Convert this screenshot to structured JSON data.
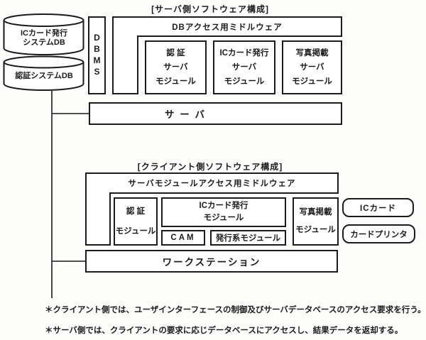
{
  "page": {
    "background": "#fdfdfc",
    "line_color": "#1b1b1b"
  },
  "server": {
    "title": "[サーバ側ソフトウェア構成]",
    "databases": [
      {
        "label": "ICカード発行\nシステムDB"
      },
      {
        "label": "認証システムDB"
      }
    ],
    "dbms": "DBMS",
    "middleware": "DBアクセス用ミドルウェア",
    "modules": [
      {
        "label": "認 証\nサーバ\nモジュール"
      },
      {
        "label": "ICカード発行\nサーバ\nモジュール"
      },
      {
        "label": "写真掲載\nサーバ\nモジュール"
      }
    ],
    "hardware": "サ ー バ"
  },
  "client": {
    "title": "[クライアント側ソフトウェア構成]",
    "middleware": "サーバモジュールアクセス用ミドルウェア",
    "modules": {
      "auth": "認 証\nモジュール",
      "ic_issue": "ICカード発行\nモジュール",
      "cam": "CAM",
      "issue_sub": "発行系モジュール",
      "photo": "写真掲載\nモジュール"
    },
    "devices": [
      {
        "label": "ICカード"
      },
      {
        "label": "カードプリンタ"
      }
    ],
    "hardware": "ワークステーション"
  },
  "notes": [
    {
      "text": "＊クライアント側では、ユーザインターフェースの制御及びサーバデータベースのアクセス要求を行う。"
    },
    {
      "text": "＊サーバ側では、クライアントの要求に応じデータベースにアクセスし、結果データを返却する。"
    }
  ]
}
